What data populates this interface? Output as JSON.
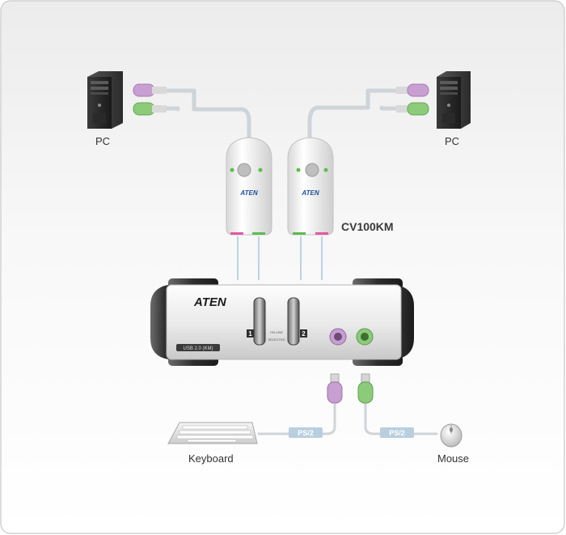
{
  "labels": {
    "pc_left": "PC",
    "pc_right": "PC",
    "model": "CV100KM",
    "keyboard": "Keyboard",
    "mouse": "Mouse"
  },
  "cable_tags": {
    "keyboard": "PS/2",
    "mouse": "PS/2"
  },
  "adapter": {
    "brand_left": "ATEN",
    "brand_right": "ATEN"
  },
  "switch": {
    "brand": "ATEN",
    "model_strip": "USB 2.0 (KM)",
    "port1": "1",
    "port2": "2",
    "online": "ON LINE",
    "selected": "SELECTED"
  },
  "colors": {
    "ps2_purple": "#c79fd0",
    "ps2_green": "#8ccb7a",
    "cable": "#cfd4d8",
    "port_mark_pink": "#e05aa0",
    "port_mark_green": "#5dbb4f",
    "tag_bg": "#b9cfdf",
    "tag_text": "#ffffff"
  }
}
